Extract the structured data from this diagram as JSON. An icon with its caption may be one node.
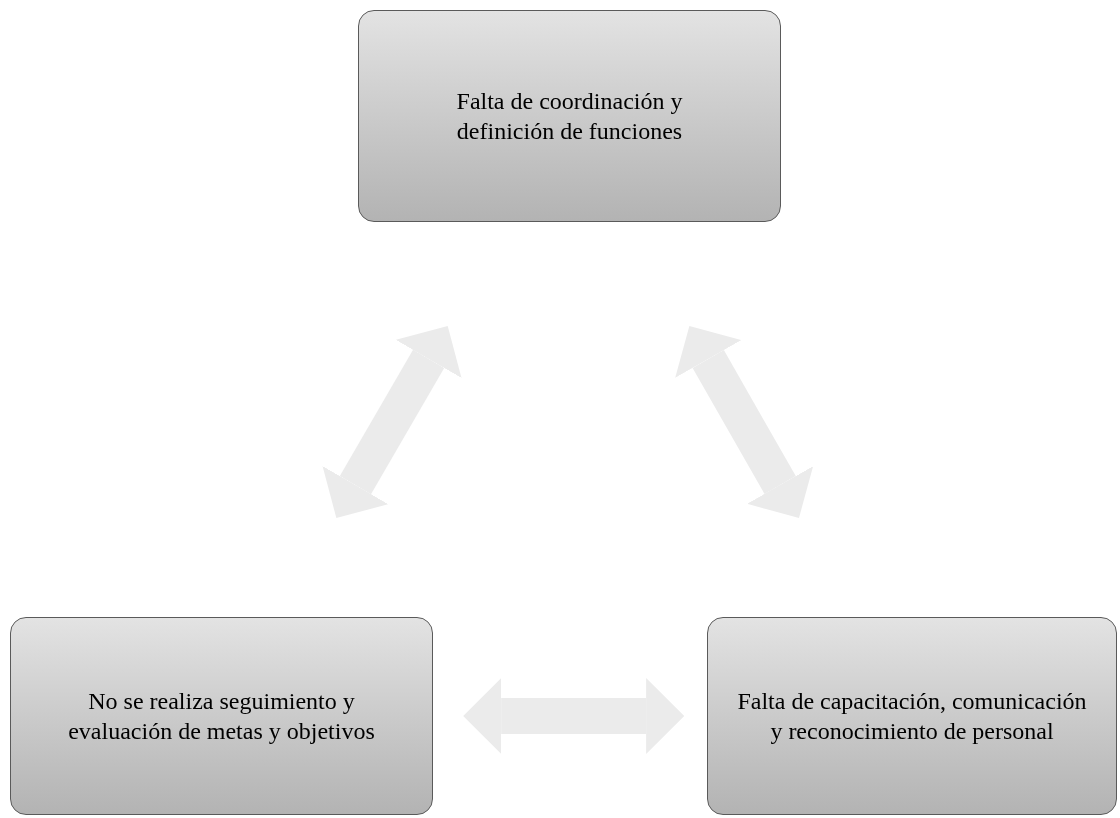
{
  "diagram": {
    "nodes": [
      {
        "text": [
          "Falta de coordinación y definición de funciones"
        ]
      },
      {
        "text": [
          "No se realiza seguimiento y evaluación de metas y objetivos"
        ]
      },
      {
        "text": [
          "Falta de capacitación, comunicación y reconocimiento de personal"
        ]
      }
    ],
    "edges": [
      {
        "from": 0,
        "to": 1,
        "arrow": "both"
      },
      {
        "from": 0,
        "to": 2,
        "arrow": "both"
      },
      {
        "from": 1,
        "to": 2,
        "arrow": "both"
      }
    ]
  }
}
